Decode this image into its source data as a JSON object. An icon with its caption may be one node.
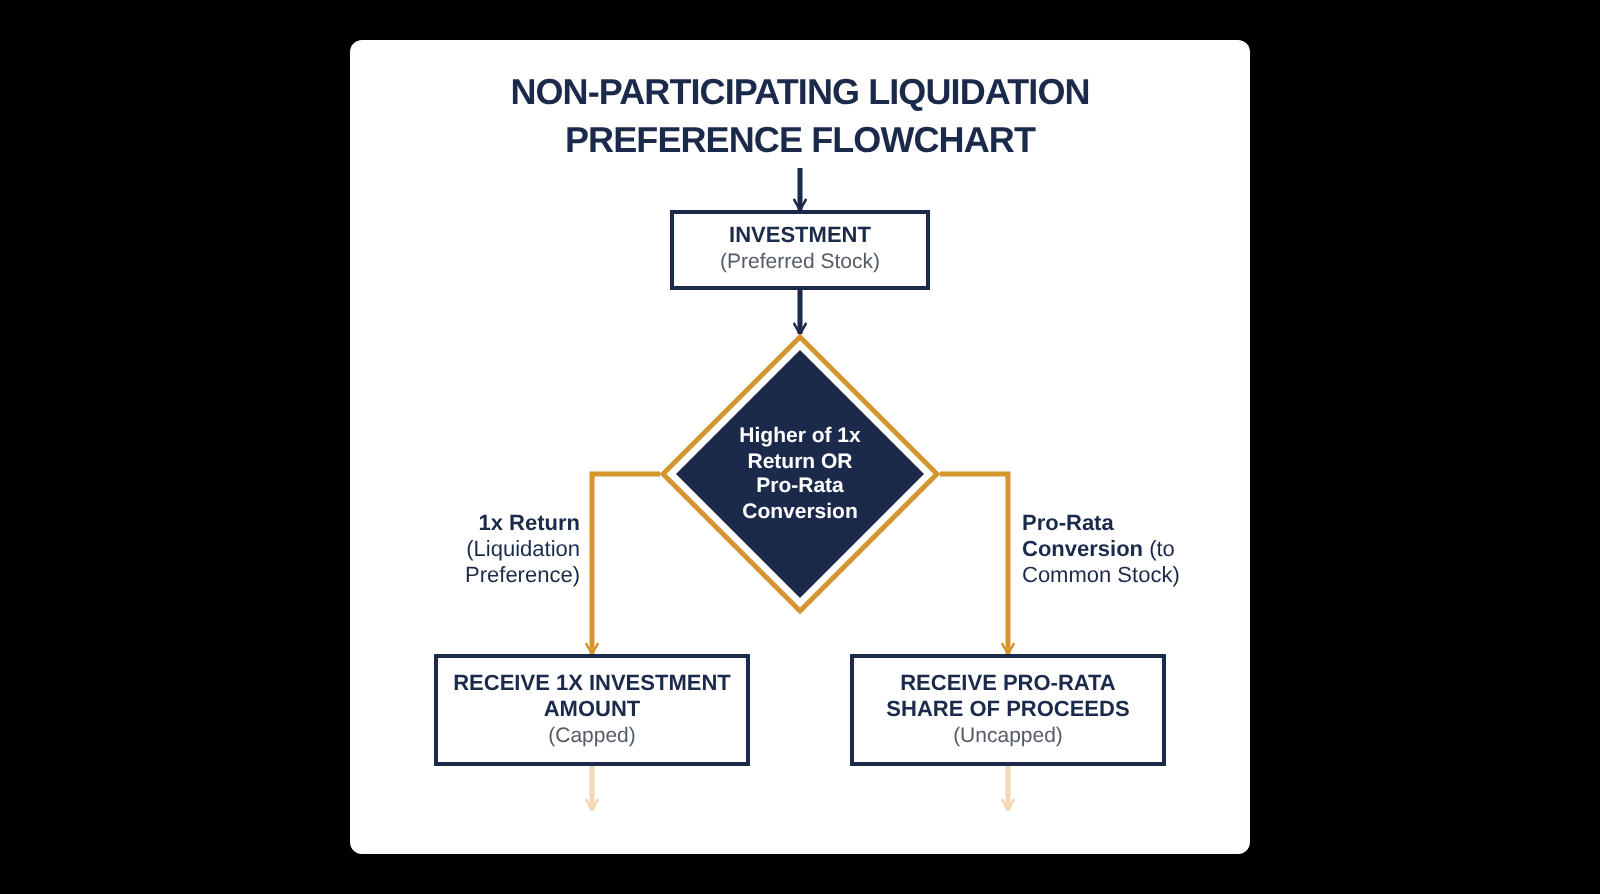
{
  "diagram": {
    "title": "NON-PARTICIPATING LIQUIDATION PREFERENCE FLOWCHART",
    "nodes": [
      {
        "text": [
          "INVESTMENT",
          "(Preferred Stock)"
        ]
      },
      {
        "text": [
          "Higher of 1x Return OR Pro-Rata Conversion"
        ]
      },
      {
        "text": [
          "RECEIVE 1X INVESTMENT AMOUNT",
          "(Capped)"
        ]
      },
      {
        "text": [
          "RECEIVE PRO-RATA SHARE OF PROCEEDS",
          "(Uncapped)"
        ]
      }
    ],
    "edges": [
      {
        "from": null,
        "to": 0,
        "arrow": "to"
      },
      {
        "from": 0,
        "to": 1,
        "arrow": "to"
      },
      {
        "from": 1,
        "to": 2,
        "arrow": "to",
        "label": "**1x Return** (Liquidation Preference)",
        "color": "#d4962f"
      },
      {
        "from": 1,
        "to": 3,
        "arrow": "to",
        "label": "**Pro-Rata Conversion** (to Common Stock)",
        "color": "#d4962f"
      },
      {
        "from": 2,
        "to": null,
        "arrow": "to",
        "color": "#f2d7b4"
      },
      {
        "from": 3,
        "to": null,
        "arrow": "to",
        "color": "#f2d7b4"
      }
    ]
  }
}
